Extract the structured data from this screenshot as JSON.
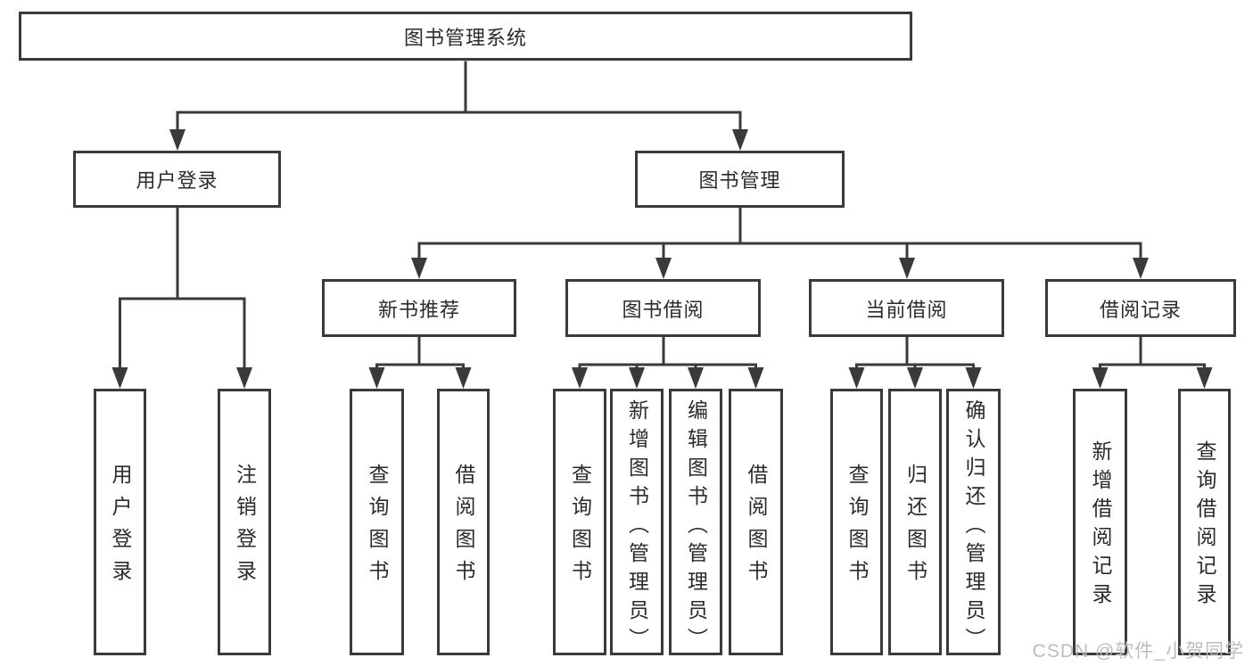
{
  "diagram": {
    "root": "图书管理系统",
    "level2": [
      "用户登录",
      "图书管理"
    ],
    "level3": [
      "新书推荐",
      "图书借阅",
      "当前借阅",
      "借阅记录"
    ],
    "leaves": [
      "用户登录",
      "注销登录",
      "查询图书",
      "借阅图书",
      "查询图书",
      "新增图书（管理员）",
      "编辑图书（管理员）",
      "借阅图书",
      "查询图书",
      "归还图书",
      "确认归还（管理员）",
      "新增借阅记录",
      "查询借阅记录"
    ]
  },
  "watermark": "CSDN @软件_小贺同学",
  "colors": {
    "line": "#3a3a3a",
    "text": "#2b2b2b",
    "background": "#ffffff",
    "watermark": "#b9b9b9"
  }
}
